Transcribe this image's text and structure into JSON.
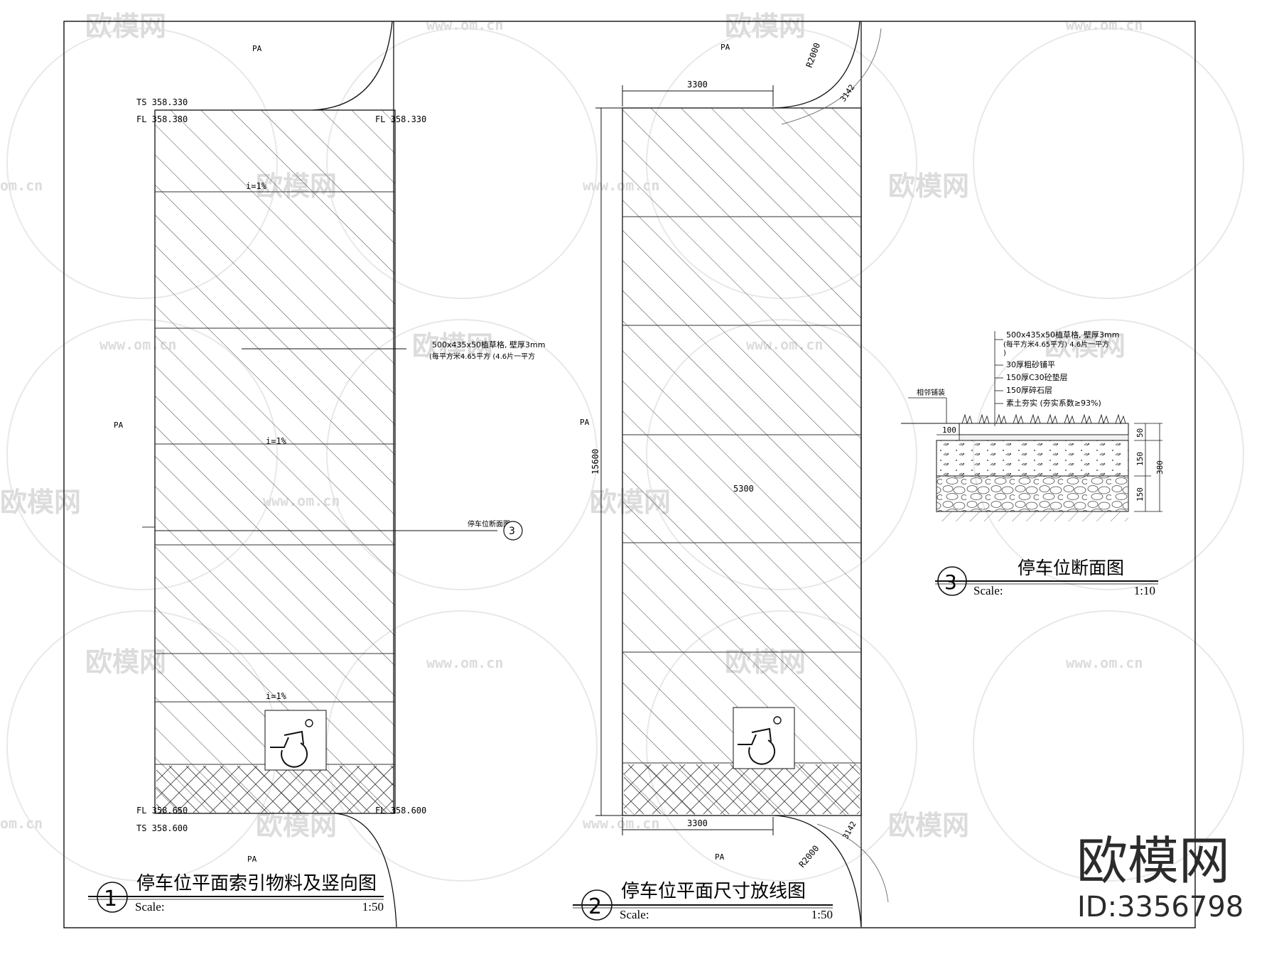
{
  "plan1": {
    "top_left_level_ts": "TS 358.330",
    "top_left_level_fl": "FL 358.380",
    "top_right_level_fl": "FL 358.330",
    "bottom_left_level_fl": "FL 358.650",
    "bottom_left_level_ts": "TS 358.600",
    "bottom_right_level_fl": "FL 358.600",
    "slope_1": "i=1%",
    "slope_2": "i=1%",
    "slope_3": "i=1%",
    "material_note_line1": "500x435x50植草格, 壁厚3mm",
    "material_note_line2": "(每平方米4.65平方 (4.6片一平方",
    "section_ref_label": "停车位断面图",
    "section_ref_number": "3",
    "pa_top": "PA",
    "pa_left": "PA",
    "pa_bottom": "PA",
    "title": "停车位平面索引物料及竖向图",
    "number": "1",
    "scale_label": "Scale:",
    "scale_value": "1:50"
  },
  "plan2": {
    "dim_top": "3300",
    "dim_bottom": "3300",
    "dim_height": "15600",
    "dim_mid": "5300",
    "radius_top": "R2000",
    "radius_bottom": "R2000",
    "arc_top": "3142",
    "arc_bottom": "3142",
    "pa_top": "PA",
    "pa_left": "PA",
    "pa_bottom": "PA",
    "title": "停车位平面尺寸放线图",
    "number": "2",
    "scale_label": "Scale:",
    "scale_value": "1:50"
  },
  "section3": {
    "layer_1a": "500x435x50植草格, 壁厚3mm",
    "layer_1b": "(每平方米4.65平方) 4.6片一平方",
    "layer_1c": ")",
    "layer_2": "30厚粗砂铺平",
    "layer_3": "150厚C30砼垫层",
    "layer_4": "150厚碎石层",
    "layer_5": "素土夯实 (夯实系数≥93%)",
    "edge_note": "相邻铺装",
    "dim_100": "100",
    "dim_50": "50",
    "dim_150_top": "150",
    "dim_150_bottom": "150",
    "dim_380": "380",
    "title": "停车位断面图",
    "number": "3",
    "scale_label": "Scale:",
    "scale_value": "1:10"
  },
  "watermark": {
    "logo_text": "欧模网",
    "url_text": "www.om.cn",
    "url_short": "om.cn"
  },
  "brand": {
    "name": "欧模网",
    "id": "ID:3356798"
  }
}
